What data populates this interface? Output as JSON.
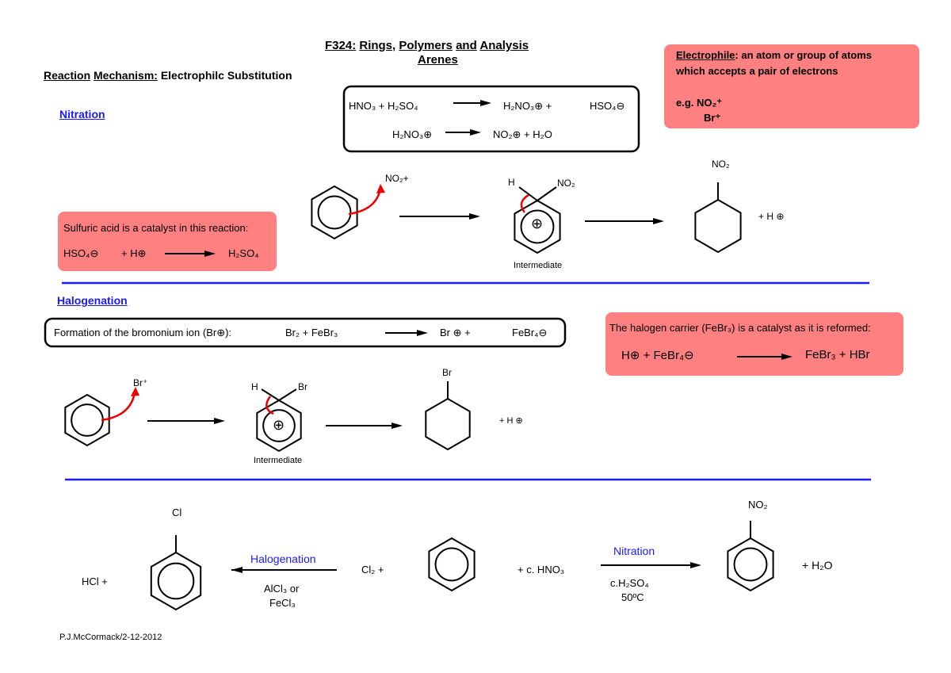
{
  "header": {
    "title_parts": [
      "F324:",
      "Rings,",
      "Polymers",
      "and",
      "Analysis"
    ],
    "subtitle": "Arenes",
    "mechanism_label_1": "Reaction",
    "mechanism_label_2": "Mechanism:",
    "mechanism_value": "Electrophilc Substitution"
  },
  "electrophile_box": {
    "term": "Electrophile",
    "definition": ": an atom or group of atoms",
    "definition2": "which accepts a pair of electrons",
    "eg": "e.g. NO₂⁺",
    "br": "Br⁺",
    "color": "#ff8080"
  },
  "nitration": {
    "heading": "Nitration",
    "eq1": [
      "HNO₃ + H₂SO₄",
      "H₂NO₃⊕ +",
      "HSO₄⊖"
    ],
    "eq2": [
      "H₂NO₃⊕",
      "NO₂⊕ +  H₂O"
    ],
    "catalyst_note": "Sulfuric acid is a catalyst in this reaction:",
    "catalyst_eq": [
      "HSO₄⊖",
      "+ H⊕",
      "H₂SO₄"
    ],
    "electrophile": "NO₂+",
    "int_h": "H",
    "int_no2": "NO₂",
    "plus": "⊕",
    "intermediate": "Intermediate",
    "product_sub": "NO₂",
    "byproduct": "+  H ⊕"
  },
  "halogenation": {
    "heading": "Halogenation",
    "formation_label": "Formation of the bromonium ion (Br⊕):",
    "formation_eq": [
      "Br₂   +   FeBr₃",
      "Br ⊕   +",
      "FeBr₄⊖"
    ],
    "carrier_note": "The halogen carrier (FeBr₃) is a catalyst as it is reformed:",
    "carrier_eq": [
      "H⊕  +  FeBr₄⊖",
      "FeBr₃  +  HBr"
    ],
    "electrophile": "Br⁺",
    "int_h": "H",
    "int_br": "Br",
    "plus": "⊕",
    "intermediate": "Intermediate",
    "product_sub": "Br",
    "byproduct": "+  H ⊕"
  },
  "summary": {
    "left_sub": "Cl",
    "hcl": "HCl    +",
    "halogenation": "Halogenation",
    "cond1": "AlCl₃ or",
    "cond2": "FeCl₃",
    "cl2": "Cl₂     +",
    "hno3": "+  c. HNO₃",
    "nitration": "Nitration",
    "cond3": "c.H₂SO₄",
    "cond4": "50ºC",
    "right_sub": "NO₂",
    "h2o": "+  H₂O"
  },
  "footer": "P.J.McCormack/2-12-2012"
}
